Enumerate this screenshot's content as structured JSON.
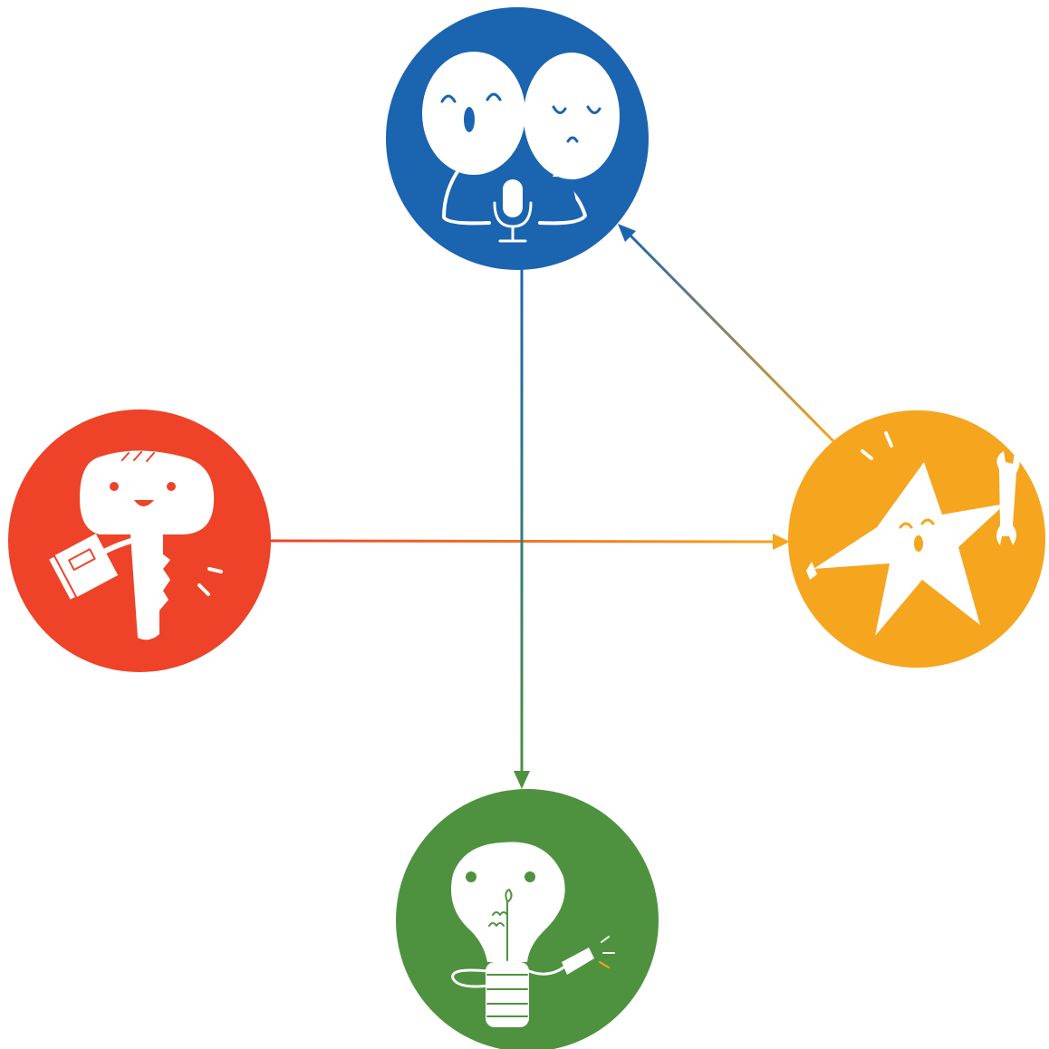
{
  "diagram": {
    "nodes": [
      {
        "id": "blue",
        "icon": "two-faces-microphone-icon",
        "color": "#1A64B0"
      },
      {
        "id": "red",
        "icon": "key-with-book-icon",
        "color": "#EE4329"
      },
      {
        "id": "orange",
        "icon": "star-with-wrench-icon",
        "color": "#F5A51E"
      },
      {
        "id": "green",
        "icon": "lightbulb-with-plug-icon",
        "color": "#4E923F"
      }
    ],
    "edges": [
      {
        "from": "red",
        "to": "orange",
        "colors": [
          "#EE4329",
          "#F5A51E"
        ]
      },
      {
        "from": "blue",
        "to": "green",
        "colors": [
          "#1A64B0",
          "#4E923F"
        ]
      },
      {
        "from": "orange",
        "to": "blue",
        "colors": [
          "#F5A51E",
          "#1A64B0"
        ]
      }
    ]
  }
}
